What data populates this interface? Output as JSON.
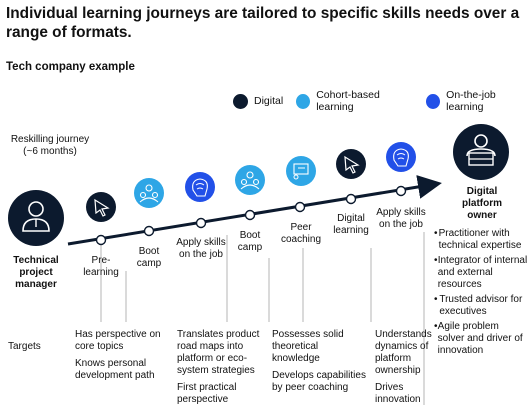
{
  "title": "Individual learning journeys are tailored to specific skills needs over a range of formats.",
  "subtitle": "Tech company example",
  "legend": [
    {
      "label": "Digital",
      "color": "#0c1a2e"
    },
    {
      "label": "Cohort-based learning",
      "color": "#2ea6e6"
    },
    {
      "label": "On-the-job learning",
      "color": "#2250e8"
    }
  ],
  "journey_label": "Reskilling journey\n(~6 months)",
  "start_label": "Technical\nproject\nmanager",
  "end_label": "Digital\nplatform\nowner",
  "end_bullets": [
    "Practitioner with technical expertise",
    "Integrator of internal and external resources",
    "Trusted advisor for executives",
    "Agile problem solver and driver of innovation"
  ],
  "steps": [
    {
      "label": "Pre-\nlearning",
      "type": "digital",
      "icon": "cursor-icon"
    },
    {
      "label": "Boot\ncamp",
      "type": "cohort",
      "icon": "group-icon"
    },
    {
      "label": "Apply skills\non the job",
      "type": "on-the-job",
      "icon": "brain-icon"
    },
    {
      "label": "Boot\ncamp",
      "type": "cohort",
      "icon": "group-icon"
    },
    {
      "label": "Peer\ncoaching",
      "type": "cohort",
      "icon": "board-icon"
    },
    {
      "label": "Digital\nlearning",
      "type": "digital",
      "icon": "cursor-icon"
    },
    {
      "label": "Apply skills\non the job",
      "type": "on-the-job",
      "icon": "brain-icon"
    }
  ],
  "targets_label": "Targets",
  "targets": [
    [
      "Has perspective on core topics",
      "Knows personal development path"
    ],
    [
      "Translates product road maps into platform or eco-system strategies",
      "First practical perspective"
    ],
    [
      "Possesses solid theoretical knowledge",
      "Develops capabilities by peer coaching"
    ],
    [
      "Understands dynamics of platform ownership",
      "Drives innovation"
    ]
  ]
}
